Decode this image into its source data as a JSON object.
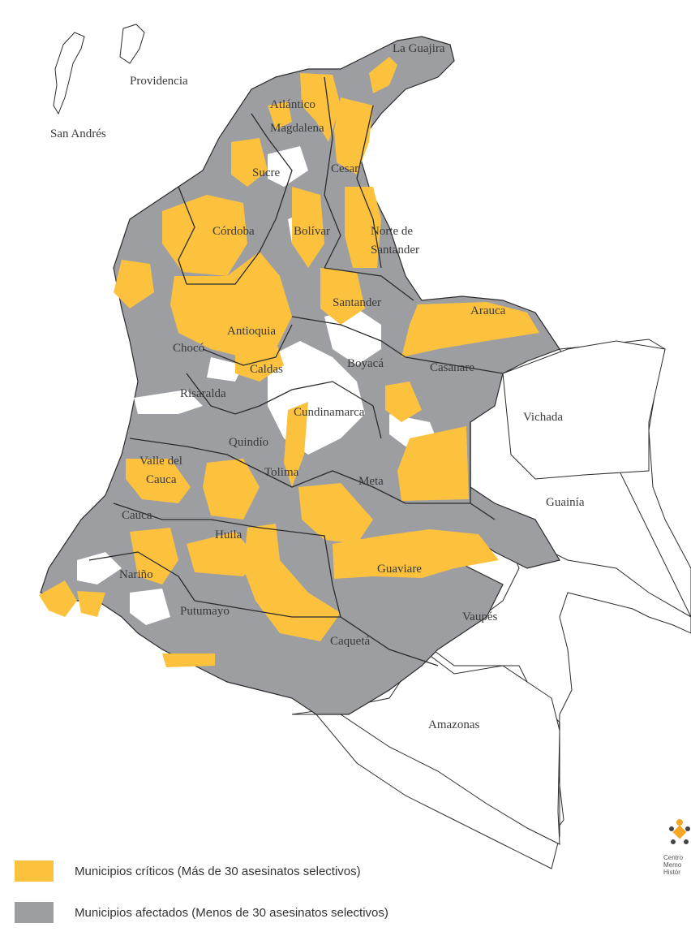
{
  "colors": {
    "critical": "#FCC23E",
    "affected": "#9D9EA2",
    "unaffected": "#FFFFFF",
    "border": "#2b2b2b",
    "logo_orange": "#F5A623"
  },
  "labels": {
    "la_guajira": "La Guajira",
    "providencia": "Providencia",
    "san_andres": "San Andrés",
    "atlantico": "Atlántico",
    "magdalena": "Magdalena",
    "cesar": "Cesar",
    "sucre": "Sucre",
    "cordoba": "Córdoba",
    "bolivar": "Bolívar",
    "norte_santander_1": "Norte de",
    "norte_santander_2": "Santander",
    "santander": "Santander",
    "arauca": "Arauca",
    "antioquia": "Antioquia",
    "choco": "Chocó",
    "boyaca": "Boyacá",
    "casanare": "Casanare",
    "caldas": "Caldas",
    "risaralda": "Risaralda",
    "cundinamarca": "Cundinamarca",
    "vichada": "Vichada",
    "quindio": "Quindío",
    "valle_1": "Valle del",
    "valle_2": "Cauca",
    "tolima": "Tolima",
    "meta": "Meta",
    "guainia": "Guainía",
    "cauca": "Cauca",
    "huila": "Huila",
    "narino": "Nariño",
    "guaviare": "Guaviare",
    "vaupes": "Vaupés",
    "putumayo": "Putumayo",
    "caqueta": "Caquetá",
    "amazonas": "Amazonas"
  },
  "legend": {
    "critical": "Municipios críticos (Más de 30 asesinatos selectivos)",
    "affected": "Municipios afectados (Menos de 30 asesinatos selectivos)"
  },
  "logo": {
    "line1": "Centro",
    "line2": "Memo",
    "line3": "Histór"
  }
}
